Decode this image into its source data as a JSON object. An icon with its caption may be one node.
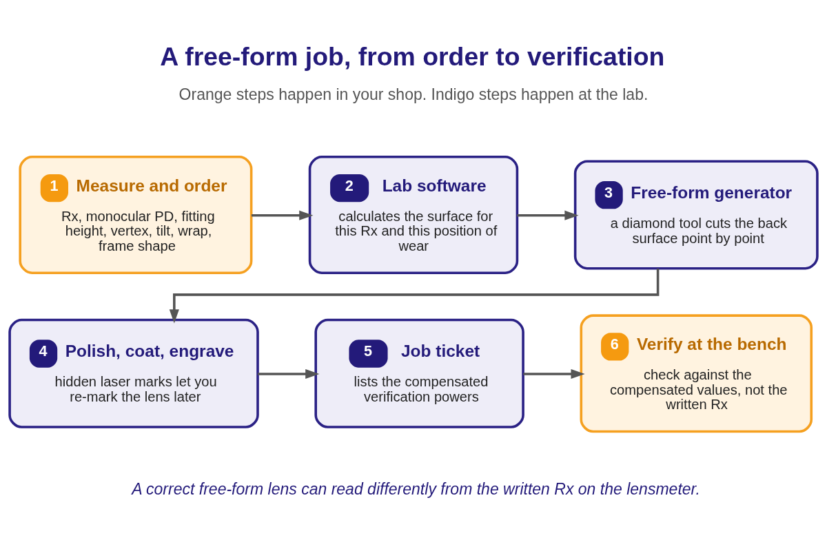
{
  "diagram": {
    "title": "A free-form job, from order to verification",
    "caption": "A correct free-form lens can read differently from the written Rx on the lensmeter.",
    "nodes": [
      {
        "text": [
          "1",
          "Measure and order",
          "Rx, monocular PD, fitting height, vertex, tilt, wrap, frame shape"
        ]
      },
      {
        "text": [
          "2",
          "Lab software",
          "calculates the surface for this Rx and this position of wear"
        ]
      },
      {
        "text": [
          "3",
          "Free-form generator",
          "a diamond tool cuts the back surface point by point"
        ]
      },
      {
        "text": [
          "4",
          "Polish, coat, engrave",
          "hidden laser marks let you re-mark the lens later"
        ]
      },
      {
        "text": [
          "5",
          "Job ticket",
          "lists the compensated verification powers"
        ]
      },
      {
        "text": [
          "6",
          "Verify at the bench",
          "check against the compensated values, not the written Rx"
        ]
      }
    ],
    "edges": [
      {
        "from": 0,
        "to": 1,
        "arrow": "to"
      },
      {
        "from": 1,
        "to": 2,
        "arrow": "to"
      },
      {
        "from": 2,
        "to": 3,
        "arrow": "to"
      },
      {
        "from": 3,
        "to": 4,
        "arrow": "to"
      },
      {
        "from": 4,
        "to": 5,
        "arrow": "to"
      }
    ],
    "labels": [
      "Orange steps happen in your shop. Indigo steps happen at the lab."
    ]
  }
}
